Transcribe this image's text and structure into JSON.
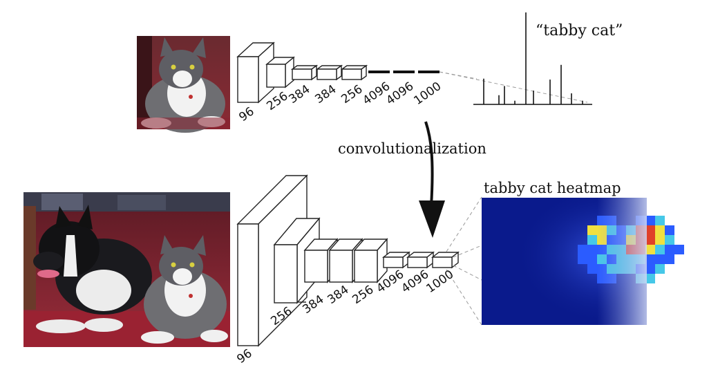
{
  "top": {
    "class_label": "“tabby cat”",
    "layer_labels": [
      "96",
      "256",
      "384",
      "384",
      "256",
      "4096",
      "4096",
      "1000"
    ],
    "class_scores": [
      0.28,
      0.1,
      0.2,
      0.04,
      1.0,
      0.15,
      0.27,
      0.43,
      0.12,
      0.04
    ]
  },
  "middle_label": "convolutionalization",
  "bottom": {
    "heatmap_title": "tabby cat heatmap",
    "layer_labels": [
      "96",
      "256",
      "384",
      "384",
      "256",
      "4096",
      "4096",
      "1000"
    ],
    "heatmap_colors": {
      "background": "#0a1a8c",
      "low": "#2b5cff",
      "mid": "#46c8e8",
      "high": "#f0e040",
      "peak": "#e04028"
    }
  }
}
